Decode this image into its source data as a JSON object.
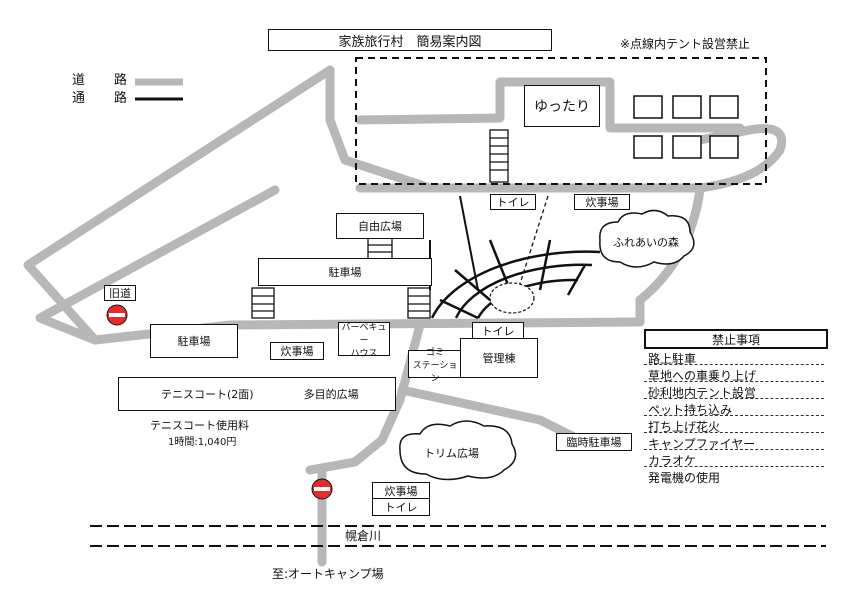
{
  "title": "家族旅行村　簡易案内図",
  "note": "※点線内テント設営禁止",
  "legend": {
    "road": "道　路",
    "path": "通　路"
  },
  "places": {
    "yuttari": "ゆったり",
    "toilet_top": "トイレ",
    "cooking_top": "炊事場",
    "fureai": "ふれあいの森",
    "jiyu": "自由広場",
    "parking_mid": "駐車場",
    "old_road": "旧道",
    "parking_left": "駐車場",
    "cooking_mid": "炊事場",
    "bbq": "バーベキュー\nハウス",
    "toilet_mid": "トイレ",
    "garbage": "ゴミ\nステーション",
    "management": "管理棟",
    "tennis": "テニスコート(2面)",
    "multi": "多目的広場",
    "tennis_fee_label": "テニスコート使用料",
    "tennis_fee": "1時間:1,040円",
    "temp_parking": "臨時駐車場",
    "trim": "トリム広場",
    "cooking_bottom": "炊事場",
    "toilet_bottom": "トイレ",
    "river": "幌倉川",
    "to_auto": "至:オートキャンプ場"
  },
  "prohibited": {
    "header": "禁止事項",
    "items": [
      "路上駐車",
      "草地への車乗り上げ",
      "砂利地内テント設営",
      "ペット持ち込み",
      "打ち上げ花火",
      "キャンプファイヤー",
      "カラオケ",
      "発電機の使用"
    ]
  },
  "colors": {
    "road": "#b7b7b7",
    "path": "#111111",
    "no_entry": "#e52b2b"
  }
}
